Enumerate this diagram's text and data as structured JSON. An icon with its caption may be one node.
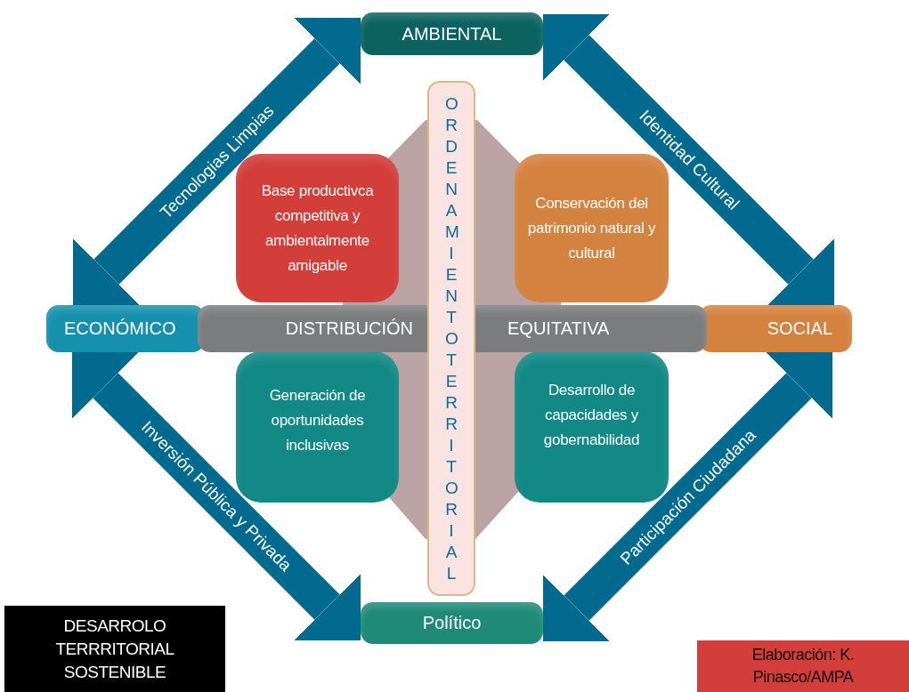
{
  "diagram": {
    "nodes": [
      {
        "text": [
          "AMBIENTAL"
        ]
      },
      {
        "text": [
          "ECONÓMICO"
        ]
      },
      {
        "text": [
          "DISTRIBUCIÓN"
        ]
      },
      {
        "text": [
          "EQUITATIVA"
        ]
      },
      {
        "text": [
          "SOCIAL"
        ]
      },
      {
        "text": [
          "ORDENAMIENTOTERRITORIAL"
        ]
      },
      {
        "text": [
          "Base productivca competitiva y ambientalmente amigable"
        ]
      },
      {
        "text": [
          "Conservación del patrimonio natural y cultural"
        ]
      },
      {
        "text": [
          "Generación de oportunidades inclusivas"
        ]
      },
      {
        "text": [
          "Desarrollo de capacidades y gobernabilidad"
        ]
      },
      {
        "text": [
          "Político"
        ]
      },
      {
        "text": [
          "DESARROLO TERRRITORIAL SOSTENIBLE"
        ]
      },
      {
        "text": [
          "Elaboración: K. Pinasco/AMPA"
        ]
      }
    ],
    "edges": [
      {
        "from": 1,
        "to": 0,
        "arrow": "both",
        "label": "Tecnologias Limpias"
      },
      {
        "from": 0,
        "to": 4,
        "arrow": "both",
        "label": "Identidad Cultural"
      },
      {
        "from": 1,
        "to": 10,
        "arrow": "both",
        "label": "Inversión Pública y Privada"
      },
      {
        "from": 4,
        "to": 10,
        "arrow": "both",
        "label": "Participación Ciudadana"
      }
    ]
  }
}
